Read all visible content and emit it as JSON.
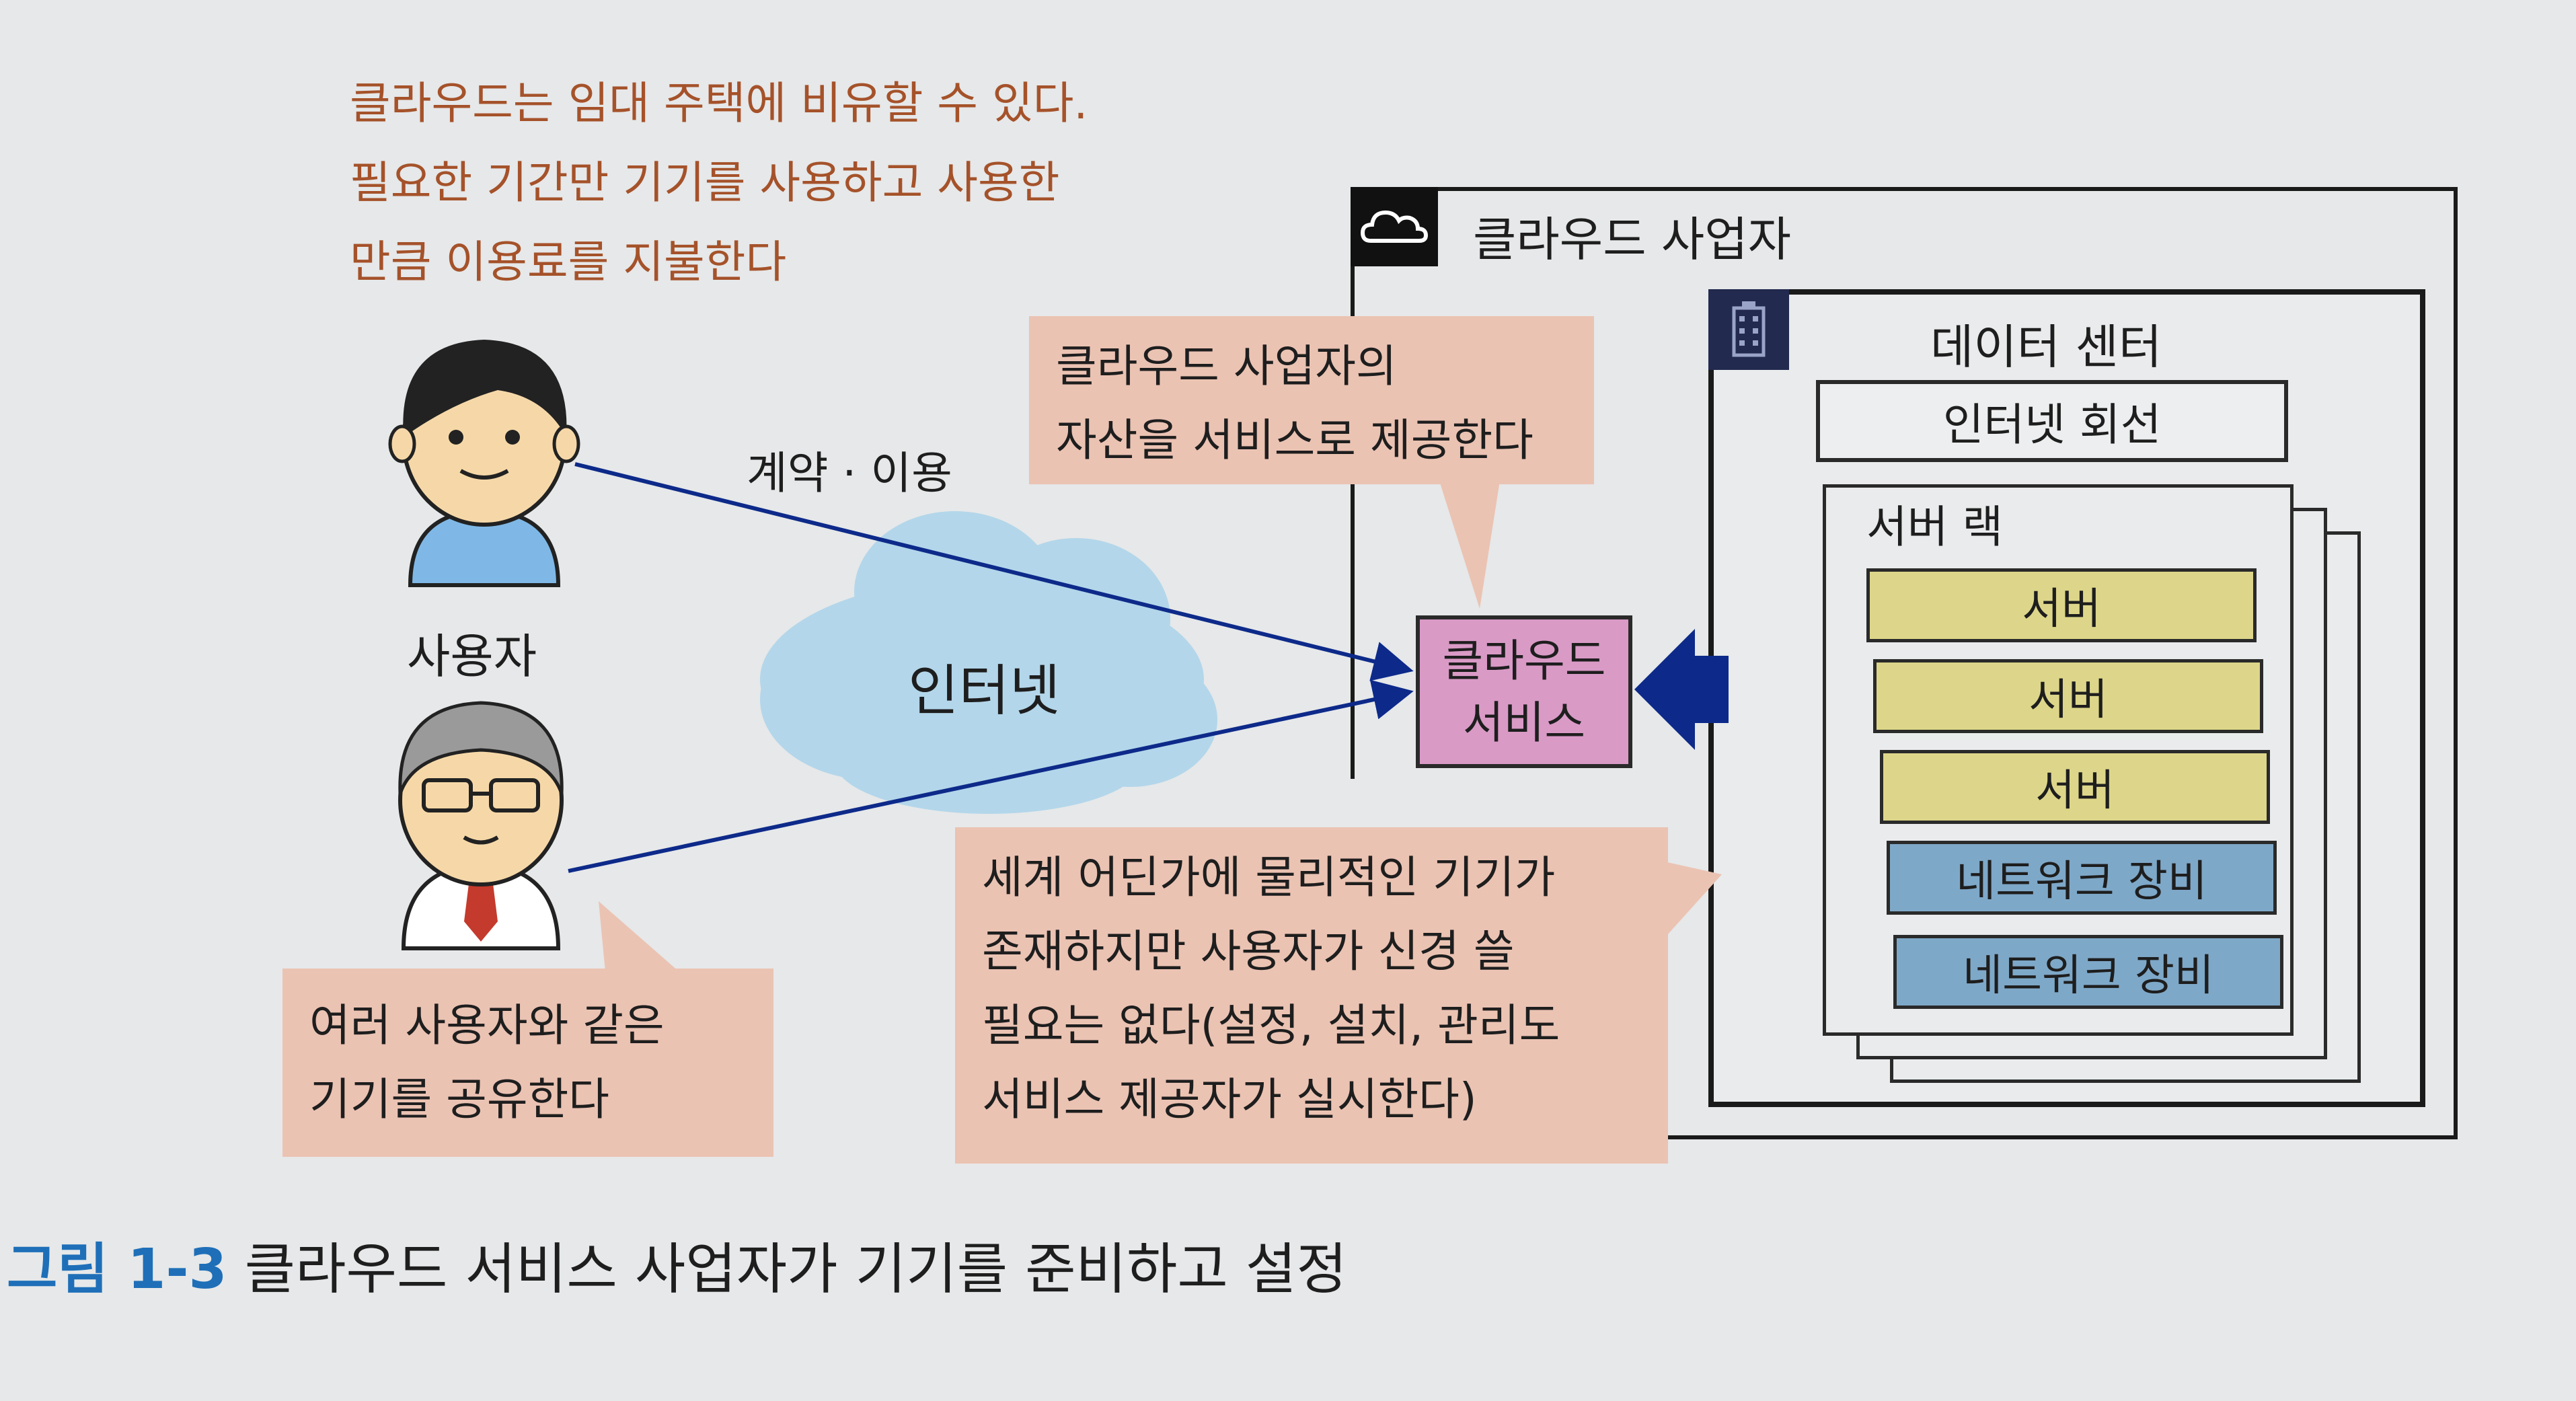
{
  "intro_lines": [
    "클라우드는 임대 주택에 비유할 수 있다.",
    "필요한 기간만 기기를 사용하고 사용한",
    "만큼 이용료를 지불한다"
  ],
  "provider": {
    "title": "클라우드 사업자",
    "icon": "cloud-icon"
  },
  "datacenter": {
    "title": "데이터 센터",
    "icon": "building-icon",
    "internet_line": "인터넷 회선",
    "rack": {
      "title": "서버 랙",
      "units": [
        "서버",
        "서버",
        "서버",
        "네트워크 장비",
        "네트워크 장비"
      ]
    }
  },
  "callouts": {
    "assets": [
      "클라우드 사업자의",
      "자산을 서비스로 제공한다"
    ],
    "world": [
      "세계 어딘가에 물리적인 기기가",
      "존재하지만 사용자가 신경 쓸",
      "필요는 없다(설정, 설치, 관리도",
      "서비스 제공자가 실시한다)"
    ],
    "share": [
      "여러 사용자와 같은",
      "기기를 공유한다"
    ]
  },
  "cloud_service": [
    "클라우드",
    "서비스"
  ],
  "user_label": "사용자",
  "contract_label": "계약 · 이용",
  "internet_label": "인터넷",
  "caption": {
    "number": "그림 1-3",
    "text": "클라우드 서비스 사업자가 기기를 준비하고 설정"
  },
  "colors": {
    "intro_text": "#a5522a",
    "callout_bg": "#ebc3b3",
    "service_bg": "#d99ac6",
    "server_bg": "#ddd68a",
    "network_bg": "#7ea8c8",
    "arrow": "#0d2a8a",
    "cloud": "#b3d6ea",
    "caption_number": "#1e6fb8"
  }
}
